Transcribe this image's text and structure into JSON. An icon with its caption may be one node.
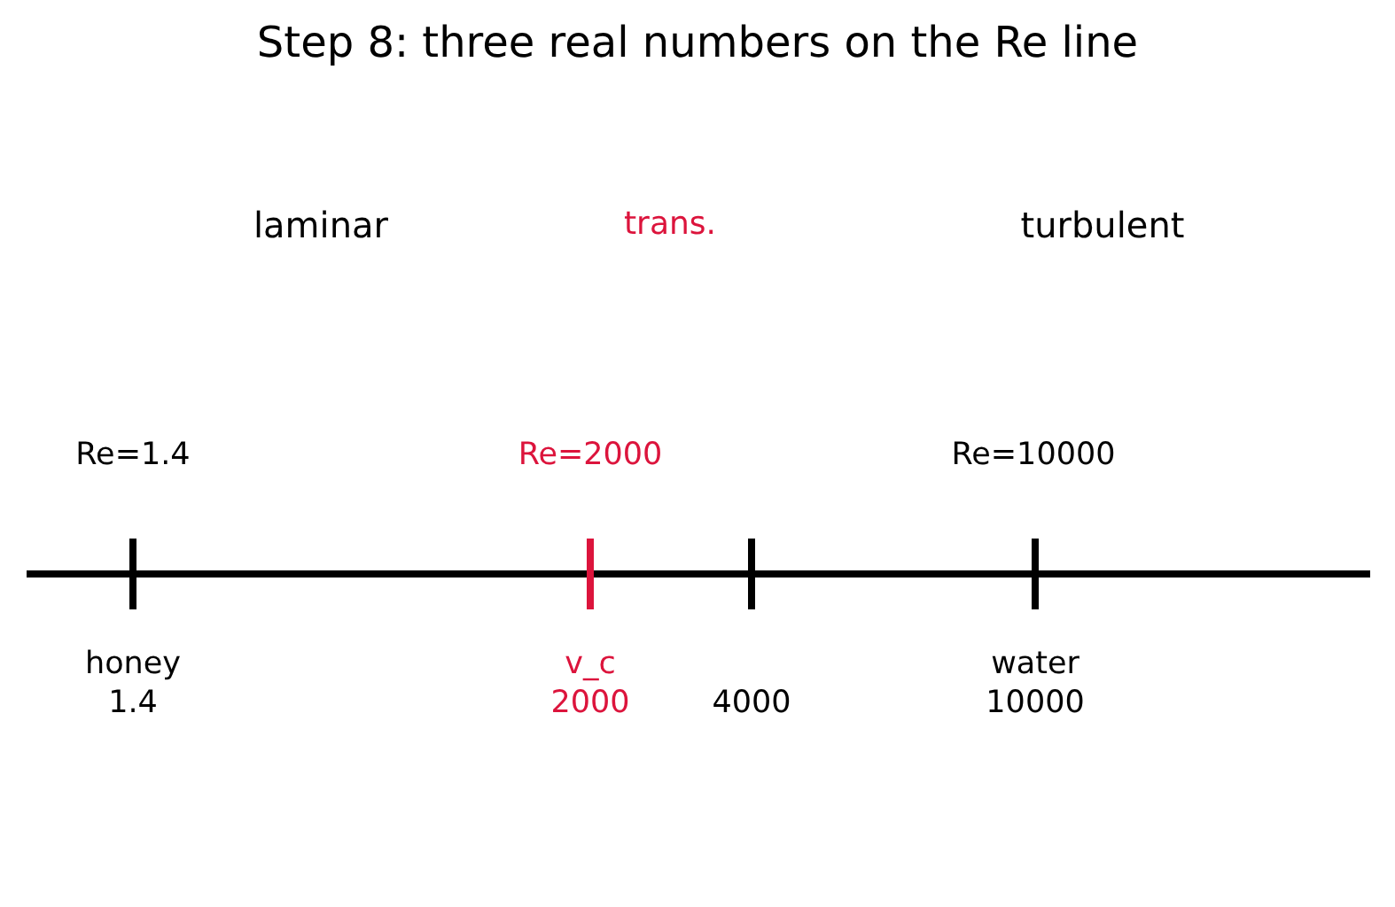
{
  "diagram": {
    "title": "Step 8: three real numbers on the Re line",
    "labels": [
      "laminar",
      "trans.",
      "turbulent",
      "Re=1.4",
      "Re=2000",
      "Re=10000",
      "honey 1.4",
      "v_c 2000",
      "4000",
      "water 10000"
    ]
  }
}
